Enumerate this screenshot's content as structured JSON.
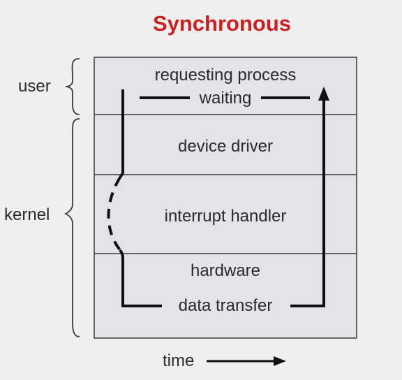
{
  "title": "Synchronous",
  "side_labels": {
    "user": "user",
    "kernel": "kernel"
  },
  "layers": {
    "requesting_process": "requesting process",
    "waiting": "waiting",
    "device_driver": "device driver",
    "interrupt_handler": "interrupt handler",
    "hardware": "hardware",
    "data_transfer": "data transfer"
  },
  "axis": {
    "time_label": "time"
  },
  "colors": {
    "title": "#cc2020",
    "box_fill": "#e4e4e8",
    "line": "#1a1a1a"
  }
}
